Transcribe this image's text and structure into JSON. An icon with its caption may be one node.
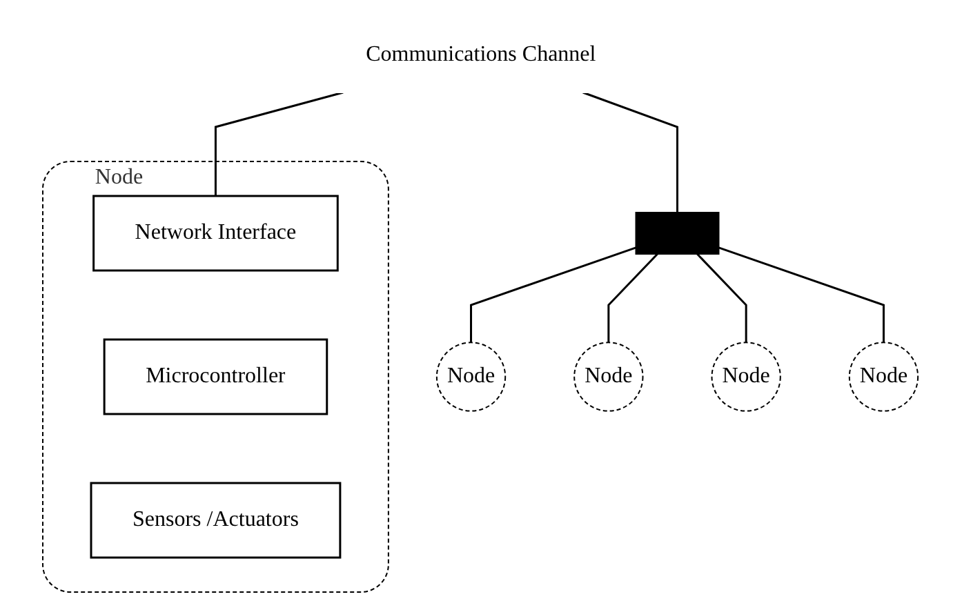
{
  "diagram": {
    "nodes": [
      {
        "text": [
          "Communications Channel"
        ]
      },
      {
        "text": [
          "Node"
        ]
      },
      {
        "text": [
          "Node"
        ]
      },
      {
        "text": [
          "Network Interface"
        ],
        "in": 2
      },
      {
        "text": [
          "Microcontroller"
        ],
        "in": 2
      },
      {
        "text": [
          "Sensors /Actuators"
        ],
        "in": 2
      },
      {
        "text": [],
        "shape": "bar"
      },
      {
        "text": [
          "Node"
        ]
      },
      {
        "text": [
          "Node"
        ]
      },
      {
        "text": [
          "Node"
        ]
      }
    ],
    "edges": [
      {
        "from": 0,
        "to": 6,
        "arrow": "none"
      },
      {
        "from": 0,
        "to": 3,
        "arrow": "none"
      },
      {
        "from": 6,
        "to": 1,
        "arrow": "none"
      },
      {
        "from": 6,
        "to": 7,
        "arrow": "none"
      },
      {
        "from": 6,
        "to": 8,
        "arrow": "none"
      },
      {
        "from": 6,
        "to": 9,
        "arrow": "none"
      }
    ]
  }
}
